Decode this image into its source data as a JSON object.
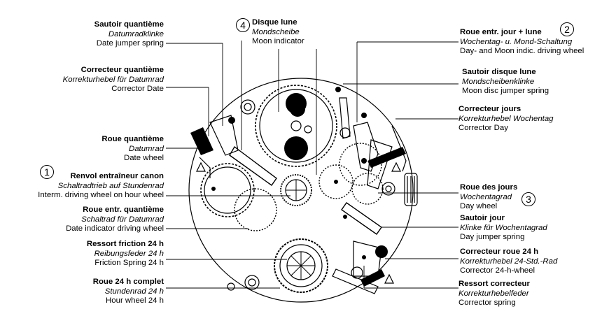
{
  "labels": {
    "satoir_quantieme": {
      "title": "Sautoir quantième",
      "german": "Datumradklinke",
      "english": "Date jumper spring"
    },
    "correcteur_quantieme": {
      "title": "Correcteur quantième",
      "german": "Korrekturhebel für Datumrad",
      "english": "Corrector Date"
    },
    "roue_quantieme": {
      "title": "Roue quantième",
      "german": "Datumrad",
      "english": "Date wheel"
    },
    "renvoi": {
      "number": "1",
      "title": "Renvol entraîneur canon",
      "german": "Schaltradtrieb auf Stundenrad",
      "english": "Interm. driving wheel on hour wheel"
    },
    "roue_entr_quantieme": {
      "title": "Roue entr. quantième",
      "german": "Schaltrad für Datumrad",
      "english": "Date indicator driving wheel"
    },
    "ressort_friction": {
      "title": "Ressort friction 24 h",
      "german": "Reibungsfeder 24 h",
      "english": "Friction Spring 24 h"
    },
    "roue_24h": {
      "title": "Roue 24 h complet",
      "german": "Stundenrad 24 h",
      "english": "Hour wheel 24 h"
    },
    "disque_lune": {
      "number": "4",
      "title": "Disque lune",
      "german": "Mondscheibe",
      "english": "Moon indicator"
    },
    "roue_entr_jour": {
      "number": "2",
      "title": "Roue entr. jour + lune",
      "german": "Wochentag- u. Mond-Schaltung",
      "english": "Day- and Moon indic. driving wheel"
    },
    "satoir_disque_lune": {
      "title": "Sautoir disque lune",
      "german": "Mondscheibenklinke",
      "english": "Moon disc jumper spring"
    },
    "correcteur_jours": {
      "title": "Correcteur jours",
      "german": "Korrekturhebel Wochentag",
      "english": "Corrector Day"
    },
    "roue_jours": {
      "number": "3",
      "title": "Roue des jours",
      "german": "Wochentagrad",
      "english": "Day wheel"
    },
    "sautoir_jour": {
      "title": "Sautoir jour",
      "german": "Klinke für Wochentagrad",
      "english": "Day jumper spring"
    },
    "correcteur_roue_24h": {
      "title": "Correcteur roue 24 h",
      "german": "Korrekturhebel 24-Std.-Rad",
      "english": "Corrector 24-h-wheel"
    },
    "ressort_correcteur": {
      "title": "Ressort correcteur",
      "german": "Korrekturhebelfeder",
      "english": "Corrector spring"
    }
  }
}
